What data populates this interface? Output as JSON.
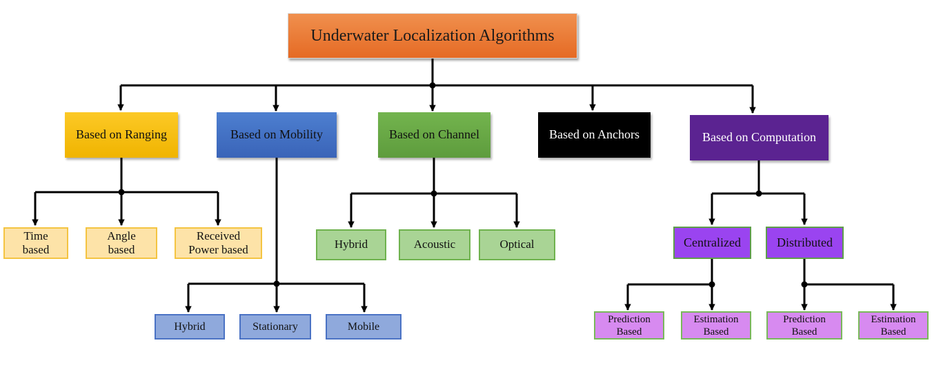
{
  "root": {
    "label": "Underwater Localization Algorithms"
  },
  "categories": {
    "ranging": {
      "label": "Based on Ranging",
      "color": "#f5bf1a"
    },
    "mobility": {
      "label": "Based on Mobility",
      "color": "#4472c4"
    },
    "channel": {
      "label": "Based on Channel",
      "color": "#6aaa46"
    },
    "anchors": {
      "label": "Based on Anchors",
      "color": "#000000"
    },
    "computation": {
      "label": "Based on Computation",
      "color": "#5b2391"
    }
  },
  "ranging_children": [
    "Time\nbased",
    "Angle\nbased",
    "Received\nPower based"
  ],
  "mobility_children": [
    "Hybrid",
    "Stationary",
    "Mobile"
  ],
  "channel_children": [
    "Hybrid",
    "Acoustic",
    "Optical"
  ],
  "computation_children": [
    "Centralized",
    "Distributed"
  ],
  "centralized_children": [
    "Prediction\nBased",
    "Estimation\nBased"
  ],
  "distributed_children": [
    "Prediction\nBased",
    "Estimation\nBased"
  ]
}
